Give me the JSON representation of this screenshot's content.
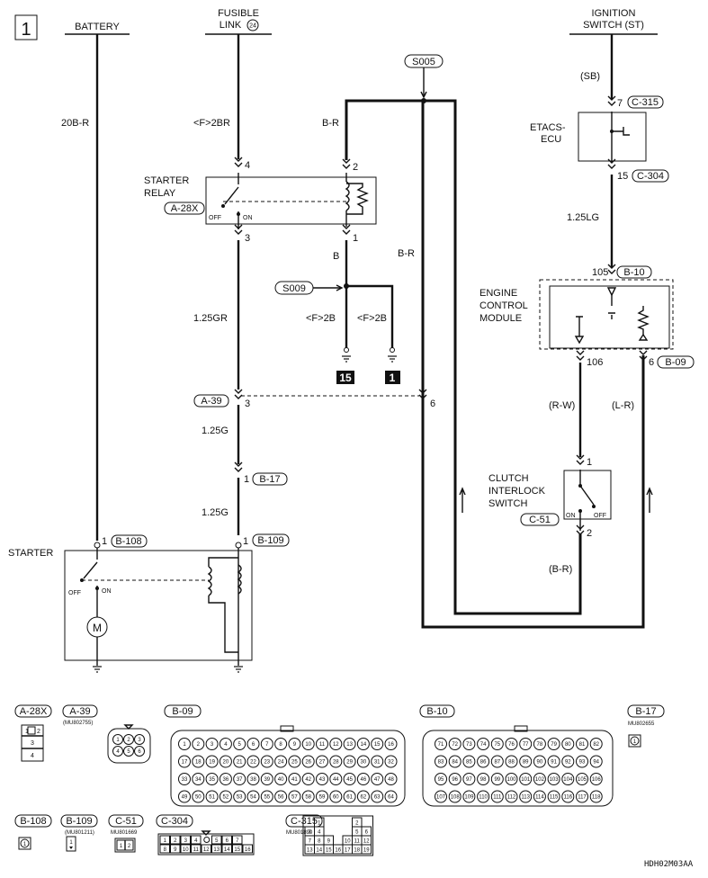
{
  "page_number": "1",
  "figure_code": "HDH02M03AA",
  "labels": {
    "battery": "BATTERY",
    "fusible_link_line1": "FUSIBLE",
    "fusible_link_line2": "LINK",
    "fusible_link_num": "24",
    "ignition_line1": "IGNITION",
    "ignition_line2": "SWITCH (ST)",
    "etacs_line1": "ETACS-",
    "etacs_line2": "ECU",
    "starter_relay_line1": "STARTER",
    "starter_relay_line2": "RELAY",
    "ecm_line1": "ENGINE",
    "ecm_line2": "CONTROL",
    "ecm_line3": "MODULE",
    "clutch_line1": "CLUTCH",
    "clutch_line2": "INTERLOCK",
    "clutch_line3": "SWITCH",
    "starter": "STARTER",
    "off": "OFF",
    "on": "ON"
  },
  "splices": {
    "s005": "S005",
    "s009": "S009"
  },
  "grounds": {
    "g15": "15",
    "g1": "1"
  },
  "wires": {
    "battery": "20B-R",
    "fusible": "<F>2BR",
    "relay_coil_in": "B-R",
    "relay_coil_out": "B",
    "ground_a": "<F>2B",
    "ground_b": "<F>2B",
    "ign": "(SB)",
    "etacs_ecm": "1.25LG",
    "relay_out": "1.25GR",
    "a39_b17": "1.25G",
    "b17_b109": "1.25G",
    "ecm_106": "(R-W)",
    "ecm_6": "(L-R)",
    "clutch_out": "(B-R)",
    "s005_down": "B-R"
  },
  "pins": {
    "relay_4": "4",
    "relay_2": "2",
    "relay_3": "3",
    "relay_1": "1",
    "etacs_7": "7",
    "etacs_15": "15",
    "ecm_105": "105",
    "ecm_106": "106",
    "ecm_6": "6",
    "a39_3": "3",
    "a39_6": "6",
    "b17_1": "1",
    "clutch_1": "1",
    "clutch_2": "2",
    "b108_1": "1",
    "b109_1": "1"
  },
  "connectors": {
    "a28x": "A-28X",
    "c315": "C-315",
    "c304": "C-304",
    "b10": "B-10",
    "b09": "B-09",
    "a39": "A-39",
    "b17": "B-17",
    "c51": "C-51",
    "b108": "B-108",
    "b109": "B-109"
  },
  "legend": {
    "a28x": {
      "label": "A-28X",
      "pins": [
        "1",
        "2",
        "3",
        "4"
      ]
    },
    "a39": {
      "label": "A-39",
      "part": "(MU802755)",
      "pins": [
        "1",
        "2",
        "3",
        "4",
        "5",
        "6"
      ]
    },
    "b09": {
      "label": "B-09",
      "rows": [
        [
          "1",
          "2",
          "3",
          "4",
          "5",
          "6",
          "7",
          "8",
          "9",
          "10",
          "11",
          "12",
          "13",
          "14",
          "15",
          "16"
        ],
        [
          "17",
          "18",
          "19",
          "20",
          "21",
          "22",
          "23",
          "24",
          "25",
          "26",
          "27",
          "28",
          "29",
          "30",
          "31",
          "32"
        ],
        [
          "33",
          "34",
          "35",
          "36",
          "37",
          "38",
          "39",
          "40",
          "41",
          "42",
          "43",
          "44",
          "45",
          "46",
          "47",
          "48"
        ],
        [
          "49",
          "50",
          "51",
          "52",
          "53",
          "54",
          "55",
          "56",
          "57",
          "58",
          "59",
          "60",
          "61",
          "62",
          "63",
          "64"
        ]
      ]
    },
    "b10": {
      "label": "B-10",
      "rows": [
        [
          "71",
          "72",
          "73",
          "74",
          "75",
          "76",
          "77",
          "78",
          "79",
          "80",
          "81",
          "82"
        ],
        [
          "83",
          "84",
          "85",
          "86",
          "87",
          "88",
          "89",
          "90",
          "91",
          "92",
          "93",
          "94"
        ],
        [
          "95",
          "96",
          "97",
          "98",
          "99",
          "100",
          "101",
          "102",
          "103",
          "104",
          "105",
          "106"
        ],
        [
          "107",
          "108",
          "109",
          "110",
          "111",
          "112",
          "113",
          "114",
          "115",
          "116",
          "117",
          "118"
        ]
      ]
    },
    "b17": {
      "label": "B-17",
      "part": "MU802655",
      "pins": [
        "1"
      ]
    },
    "b108": {
      "label": "B-108",
      "pins": [
        "1"
      ]
    },
    "b109": {
      "label": "B-109",
      "part": "(MU801211)",
      "pins": [
        "1"
      ]
    },
    "c51": {
      "label": "C-51",
      "part": "MU801669",
      "pins": [
        "1",
        "2"
      ]
    },
    "c304": {
      "label": "C-304",
      "rows": [
        [
          "1",
          "2",
          "3",
          "4",
          "5",
          "6",
          "7"
        ],
        [
          "8",
          "9",
          "10",
          "11",
          "12",
          "13",
          "14",
          "15",
          "16"
        ]
      ]
    },
    "c315": {
      "label": "C-315",
      "part": "MU801890",
      "rows": [
        [
          "1",
          "",
          "2"
        ],
        [
          "3",
          "4",
          "",
          "5",
          "6"
        ],
        [
          "7",
          "8",
          "9",
          "10",
          "11",
          "12"
        ],
        [
          "13",
          "14",
          "15",
          "16",
          "17",
          "18",
          "19"
        ]
      ]
    }
  }
}
